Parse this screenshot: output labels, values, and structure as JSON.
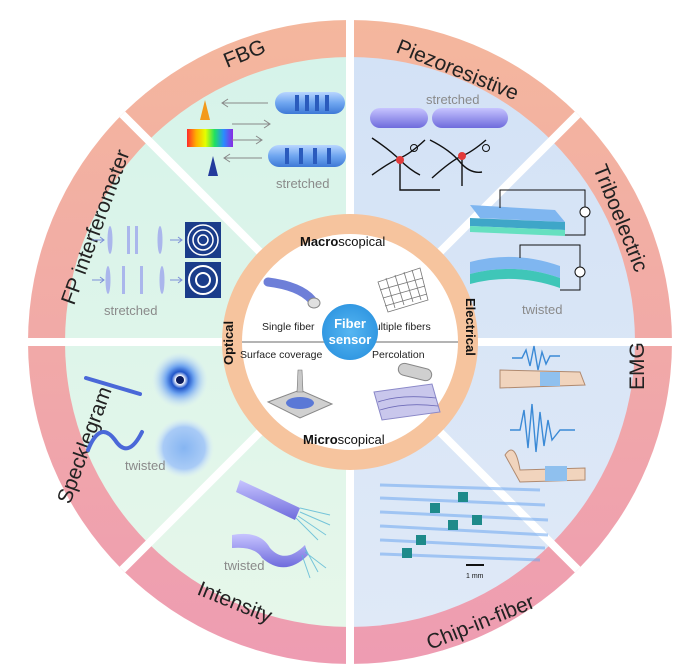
{
  "outer_labels": {
    "fbg": "FBG",
    "piezoresistive": "Piezoresistive",
    "triboelectric": "Triboelectric",
    "emg": "EMG",
    "chip_in_fiber": "Chip-in-fiber",
    "intensity": "Intensity",
    "specklegram": "Specklegram",
    "fp_interferometer": "FP interferometer"
  },
  "captions": {
    "fbg": "stretched",
    "piezoresistive": "stretched",
    "triboelectric": "twisted",
    "fp": "stretched",
    "specklegram": "twisted",
    "intensity": "twisted",
    "scale_bar": "1 mm"
  },
  "center": {
    "line1": "Fiber",
    "line2": "sensor"
  },
  "inner": {
    "macro_bold": "Macro",
    "macro_rest": "scopical",
    "micro_bold": "Micro",
    "micro_rest": "scopical",
    "optical": "Optical",
    "electrical": "Electrical",
    "single_fiber": "Single fiber",
    "multiple_fibers": "Multiple fibers",
    "surface_coverage": "Surface coverage",
    "percolation": "Percolation"
  },
  "colors": {
    "outer_ring_top": "#f4b59d",
    "outer_ring_bottom": "#ef9fb0",
    "optical_bg": "#dff4ec",
    "electrical_bg": "#dbe6f6",
    "inner_ring": "#f6c39c",
    "center": "#4aa8ea"
  }
}
